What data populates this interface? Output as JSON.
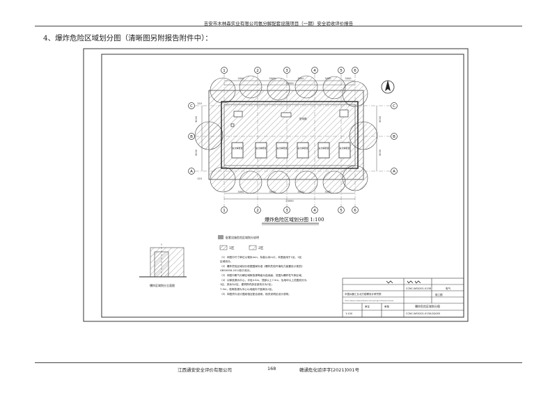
{
  "header": {
    "title": "吉安市木林森实业有限公司氨分解配套设施项目（一期）安全验收评价报告"
  },
  "section": {
    "heading": "4、爆炸危险区域划分图（清晰图另附报告附件中）："
  },
  "drawing": {
    "title": "爆炸危险区域划分图 1:100",
    "axes_numbers": [
      "1",
      "2",
      "3",
      "4",
      "5",
      "6"
    ],
    "axes_letters": [
      "C",
      "B",
      "A"
    ],
    "dims_top": [
      "3000",
      "3000",
      "3000",
      "3000",
      "3000"
    ],
    "dims_total": "20000",
    "dims_side": [
      "5000",
      "5000",
      "120",
      "120",
      "3000"
    ],
    "room_labels": [
      "氨分解装置",
      "氨分解装置",
      "氨分解装置",
      "氨分解装置",
      "氨分解装置",
      "氨分解装置"
    ],
    "notes_title": "配套设施危险区域划分说明",
    "legend": [
      "1区",
      "2区"
    ],
    "notes": [
      "（1）本图中尺寸单位以毫米mm，标高以米m计，本图适用于1区、2区",
      "区域划分。",
      "（2）爆炸危险区域划分依据国家标准《爆炸危险环境电力装置设计规范》",
      "GB50058-2014执行划分。",
      "（3）本图中氨气分解区域释放源等级为连续级，范围为爆炸性气体区域。",
      "（4）以释放源为中心，半径4.5m，顶部以上7.5m，及地坪以上范围划分为",
      "1区，其余为2区，建筑物内部全部划分为2区；",
      "7.5m，若释放源为中心以地面向下距离为2区。",
      "（5）本图须与设计图纸相互配合使用，相关说明见设计说明。"
    ],
    "detail_label": "爆炸区域划分立面图",
    "titleblock": {
      "company": "中国兵器工业北方勘察设计研究院",
      "company_en": "China Ordnance Industry Northern Survey Design & Research Institute",
      "project_no": "CCNC-WS0202-0138",
      "stage": "施工图",
      "discipline": "电气",
      "scale": "1:100",
      "drawing_name": "爆炸危险区域划分图",
      "drawing_no": "CCNC-WS0202-0138-DQ005",
      "approvals": [
        "审定",
        "审核",
        "校对",
        "设计",
        "制图"
      ]
    }
  },
  "footer": {
    "company": "江西通安安全评价有限公司",
    "page": "168",
    "report_no": "赣通危化验评字[2021]001号"
  }
}
